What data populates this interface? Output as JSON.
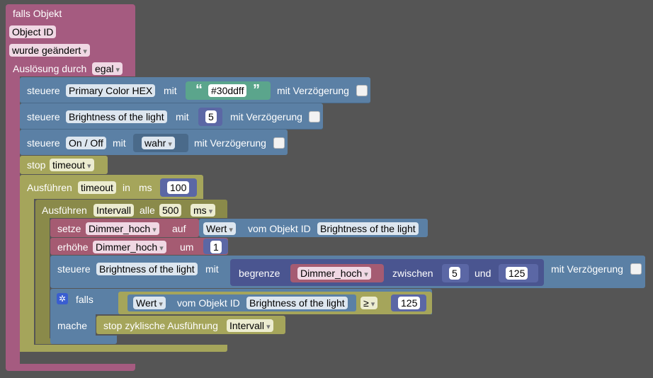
{
  "trigger": {
    "title": "falls Objekt",
    "object_id": "Object ID",
    "event": "wurde geändert",
    "trigger_by_label": "Auslösung durch",
    "trigger_by_value": "egal"
  },
  "control_color": {
    "label": "steuere",
    "target": "Primary Color HEX",
    "with": "mit",
    "quote_open": "“",
    "value": "#30ddff",
    "quote_close": "”",
    "delay": "mit Verzögerung"
  },
  "control_brightness": {
    "label": "steuere",
    "target": "Brightness of the light",
    "with": "mit",
    "value": "5",
    "delay": "mit Verzögerung"
  },
  "control_onoff": {
    "label": "steuere",
    "target": "On / Off",
    "with": "mit",
    "value": "wahr",
    "delay": "mit Verzögerung"
  },
  "stop_timeout": {
    "label": "stop",
    "name": "timeout"
  },
  "timeout_block": {
    "label": "Ausführen",
    "name": "timeout",
    "in": "in",
    "unit": "ms",
    "value": "100"
  },
  "interval_block": {
    "label": "Ausführen",
    "name": "Intervall",
    "every": "alle",
    "value": "500",
    "unit": "ms"
  },
  "set_var": {
    "label": "setze",
    "variable": "Dimmer_hoch",
    "to": "auf",
    "prop": "Wert",
    "from_object": "vom Objekt ID",
    "object": "Brightness of the light"
  },
  "increment": {
    "label": "erhöhe",
    "variable": "Dimmer_hoch",
    "by": "um",
    "value": "1"
  },
  "control_clamp": {
    "label": "steuere",
    "target": "Brightness of the light",
    "with": "mit",
    "clamp": "begrenze",
    "variable": "Dimmer_hoch",
    "between": "zwischen",
    "low": "5",
    "and": "und",
    "high": "125",
    "delay": "mit Verzögerung"
  },
  "if_block": {
    "label": "falls",
    "prop": "Wert",
    "from_object": "vom Objekt ID",
    "object": "Brightness of the light",
    "operator": "≥",
    "value": "125",
    "do": "mache",
    "stop_label": "stop zyklische Ausführung",
    "stop_name": "Intervall"
  }
}
